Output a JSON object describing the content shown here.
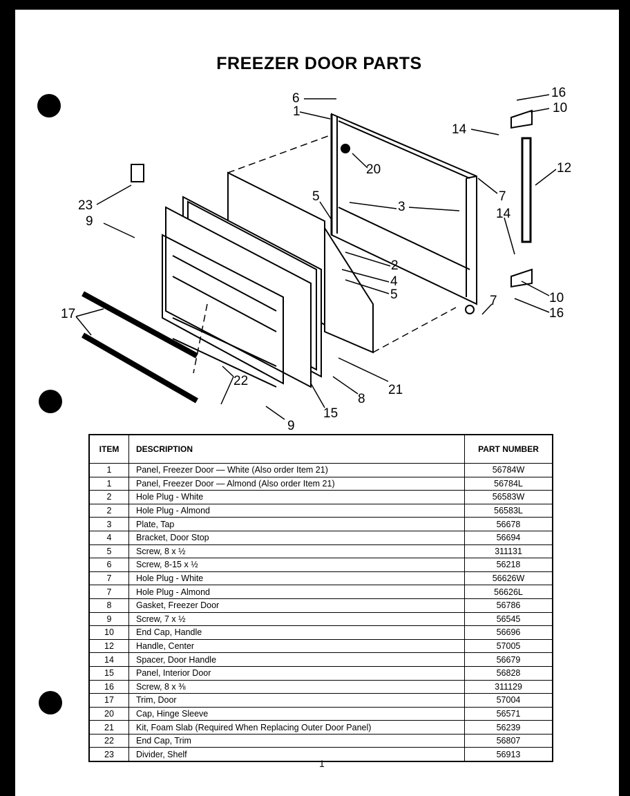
{
  "title": "FREEZER DOOR PARTS",
  "callouts": {
    "c6": "6",
    "c1": "1",
    "c16a": "16",
    "c10a": "10",
    "c14a": "14",
    "c20": "20",
    "c12": "12",
    "c23": "23",
    "c9a": "9",
    "c5a": "5",
    "c3": "3",
    "c7a": "7",
    "c14b": "14",
    "c2": "2",
    "c4": "4",
    "c5b": "5",
    "c7b": "7",
    "c10b": "10",
    "c16b": "16",
    "c17": "17",
    "c22": "22",
    "c21": "21",
    "c8": "8",
    "c15": "15",
    "c9b": "9"
  },
  "table": {
    "headers": {
      "item": "ITEM",
      "description": "DESCRIPTION",
      "part_number": "PART NUMBER"
    },
    "rows": [
      {
        "item": "1",
        "description": "Panel, Freezer Door — White (Also order Item 21)",
        "part_number": "56784W"
      },
      {
        "item": "1",
        "description": "Panel, Freezer Door — Almond (Also order Item 21)",
        "part_number": "56784L"
      },
      {
        "item": "2",
        "description": "Hole Plug - White",
        "part_number": "56583W"
      },
      {
        "item": "2",
        "description": "Hole Plug - Almond",
        "part_number": "56583L"
      },
      {
        "item": "3",
        "description": "Plate, Tap",
        "part_number": "56678"
      },
      {
        "item": "4",
        "description": "Bracket, Door Stop",
        "part_number": "56694"
      },
      {
        "item": "5",
        "description": "Screw, 8 x ½",
        "part_number": "311131"
      },
      {
        "item": "6",
        "description": "Screw, 8-15 x ½",
        "part_number": "56218"
      },
      {
        "item": "7",
        "description": "Hole Plug - White",
        "part_number": "56626W"
      },
      {
        "item": "7",
        "description": "Hole Plug - Almond",
        "part_number": "56626L"
      },
      {
        "item": "8",
        "description": "Gasket, Freezer Door",
        "part_number": "56786"
      },
      {
        "item": "9",
        "description": "Screw, 7 x ½",
        "part_number": "56545"
      },
      {
        "item": "10",
        "description": "End Cap, Handle",
        "part_number": "56696"
      },
      {
        "item": "12",
        "description": "Handle, Center",
        "part_number": "57005"
      },
      {
        "item": "14",
        "description": "Spacer, Door Handle",
        "part_number": "56679"
      },
      {
        "item": "15",
        "description": "Panel, Interior Door",
        "part_number": "56828"
      },
      {
        "item": "16",
        "description": "Screw, 8 x ⅜",
        "part_number": "311129"
      },
      {
        "item": "17",
        "description": "Trim, Door",
        "part_number": "57004"
      },
      {
        "item": "20",
        "description": "Cap, Hinge Sleeve",
        "part_number": "56571"
      },
      {
        "item": "21",
        "description": "Kit, Foam Slab (Required When Replacing Outer Door Panel)",
        "part_number": "56239"
      },
      {
        "item": "22",
        "description": "End Cap, Trim",
        "part_number": "56807"
      },
      {
        "item": "23",
        "description": "Divider, Shelf",
        "part_number": "56913"
      }
    ]
  },
  "page_number": "1"
}
